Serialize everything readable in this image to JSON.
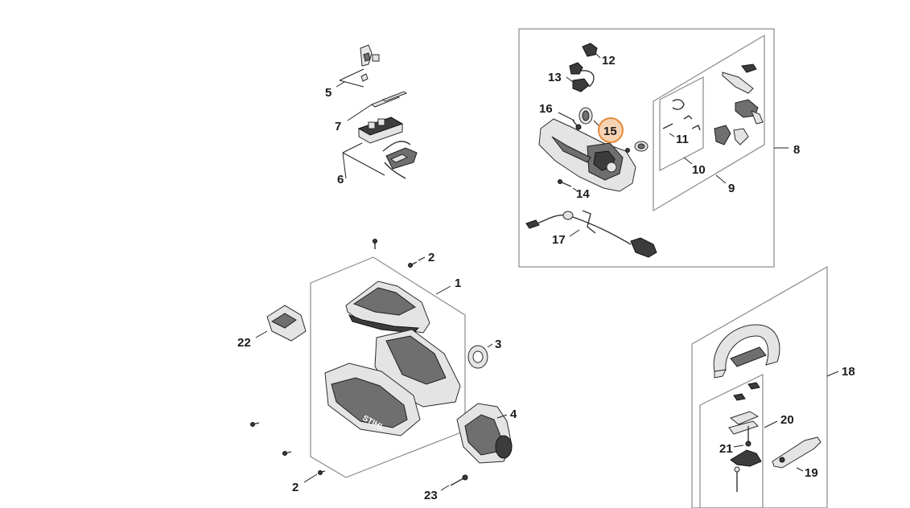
{
  "diagram": {
    "highlighted_part": "15",
    "labels": [
      {
        "id": "5",
        "text": "5"
      },
      {
        "id": "7",
        "text": "7"
      },
      {
        "id": "6",
        "text": "6"
      },
      {
        "id": "12",
        "text": "12"
      },
      {
        "id": "13",
        "text": "13"
      },
      {
        "id": "16",
        "text": "16"
      },
      {
        "id": "15",
        "text": "15"
      },
      {
        "id": "11",
        "text": "11"
      },
      {
        "id": "8",
        "text": "8"
      },
      {
        "id": "10",
        "text": "10"
      },
      {
        "id": "9",
        "text": "9"
      },
      {
        "id": "14",
        "text": "14"
      },
      {
        "id": "17",
        "text": "17"
      },
      {
        "id": "2a",
        "text": "2"
      },
      {
        "id": "1",
        "text": "1"
      },
      {
        "id": "22",
        "text": "22"
      },
      {
        "id": "3",
        "text": "3"
      },
      {
        "id": "4",
        "text": "4"
      },
      {
        "id": "2b",
        "text": "2"
      },
      {
        "id": "23",
        "text": "23"
      },
      {
        "id": "18",
        "text": "18"
      },
      {
        "id": "20",
        "text": "20"
      },
      {
        "id": "21",
        "text": "21"
      },
      {
        "id": "19",
        "text": "19"
      }
    ],
    "housing_brand_mark": "STIHL",
    "colors": {
      "highlight_fill": "#f8d3b3",
      "highlight_stroke": "#e58a3a"
    }
  }
}
